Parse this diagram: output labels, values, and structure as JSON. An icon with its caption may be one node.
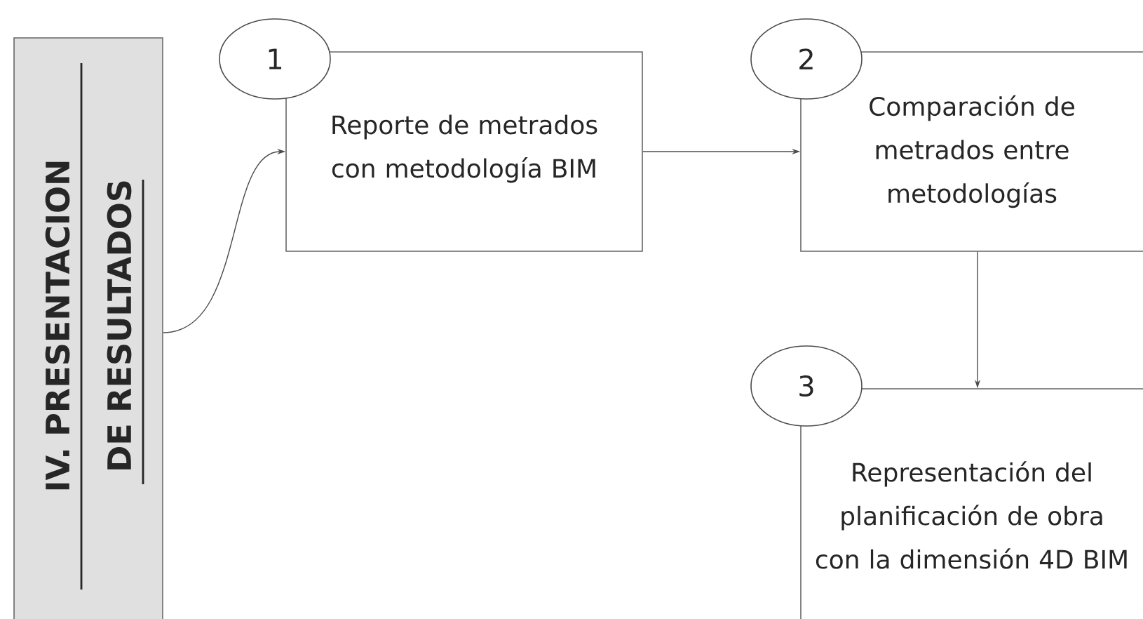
{
  "diagram": {
    "nodes": [
      {
        "text": [
          "IV. PRESENTACION DE RESULTADOS"
        ]
      },
      {
        "text": [
          "1"
        ]
      },
      {
        "text": [
          "Reporte de metrados con metodología BIM"
        ]
      },
      {
        "text": [
          "2"
        ]
      },
      {
        "text": [
          "Comparación de metrados entre metodologías"
        ]
      },
      {
        "text": [
          "3"
        ]
      },
      {
        "text": [
          "Representación del planificación de obra con la dimensión 4D BIM"
        ]
      }
    ],
    "edges": [
      {
        "from": 0,
        "to": 2,
        "arrow": "to"
      },
      {
        "from": 2,
        "to": 4,
        "arrow": "to"
      },
      {
        "from": 4,
        "to": 6,
        "arrow": "to"
      }
    ]
  }
}
